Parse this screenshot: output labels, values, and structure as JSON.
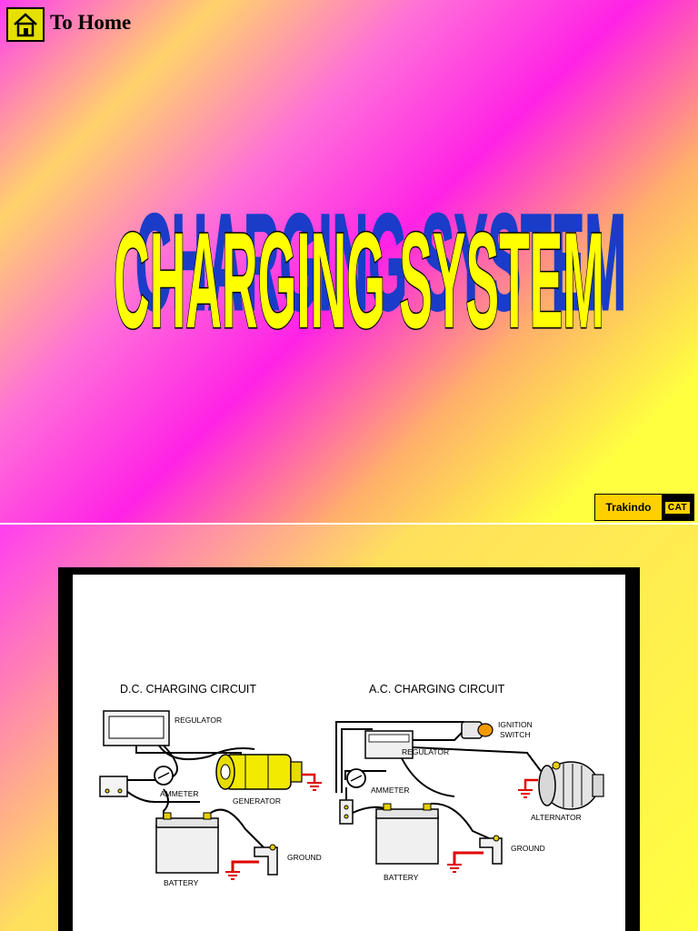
{
  "nav": {
    "home_label": "To Home"
  },
  "slide1": {
    "title": "CHARGING SYSTEM"
  },
  "logo": {
    "brand": "Trakindo",
    "cat": "CAT"
  },
  "diagram": {
    "dc": {
      "heading": "D.C. CHARGING CIRCUIT",
      "labels": {
        "regulator": "REGULATOR",
        "ammeter": "AMMETER",
        "generator": "GENERATOR",
        "battery": "BATTERY",
        "ground": "GROUND"
      }
    },
    "ac": {
      "heading": "A.C. CHARGING CIRCUIT",
      "labels": {
        "ignition": "IGNITION",
        "switch": "SWITCH",
        "regulator": "REGULATOR",
        "ammeter": "AMMETER",
        "alternator": "ALTERNATOR",
        "battery": "BATTERY",
        "ground": "GROUND"
      }
    }
  },
  "colors": {
    "title_fill": "#ffff00",
    "title_shadow": "#1a3cc8",
    "ground_red": "#e00000",
    "generator_yellow": "#f2ea00",
    "logo_yellow": "#ffd000"
  }
}
